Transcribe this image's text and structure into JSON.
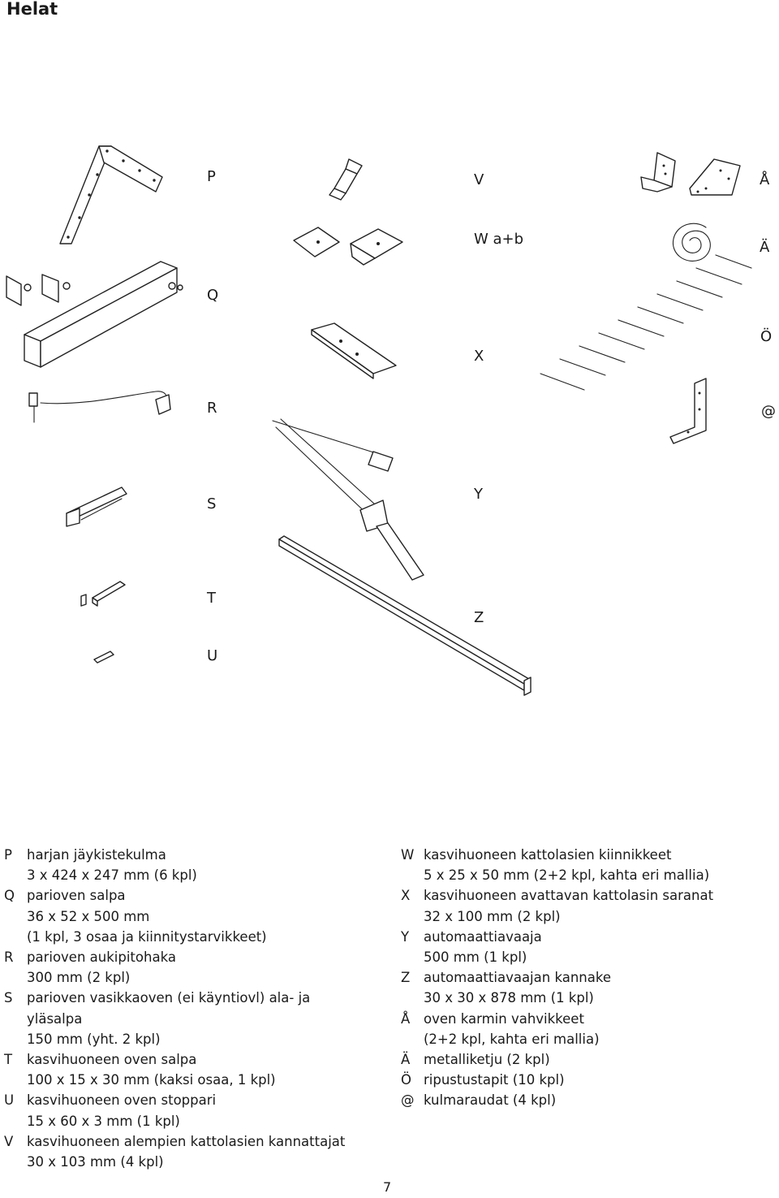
{
  "page": {
    "title": "Helat",
    "page_number": "7"
  },
  "labels": {
    "P": "P",
    "Q": "Q",
    "R": "R",
    "S": "S",
    "T": "T",
    "U": "U",
    "V": "V",
    "W": "W a+b",
    "X": "X",
    "Y": "Y",
    "Z": "Z",
    "A_ring": "Å",
    "A_uml": "Ä",
    "O_uml": "Ö",
    "at": "@"
  },
  "legend": {
    "left": [
      {
        "key": "P",
        "lines": [
          "harjan jäykistekulma",
          "3 x 424 x 247 mm (6 kpl)"
        ]
      },
      {
        "key": "Q",
        "lines": [
          "parioven salpa",
          "36 x 52 x 500 mm",
          "(1 kpl, 3 osaa ja kiinnitystarvikkeet)"
        ]
      },
      {
        "key": "R",
        "lines": [
          "parioven aukipitohaka",
          "300 mm (2 kpl)"
        ]
      },
      {
        "key": "S",
        "lines": [
          "parioven vasikkaoven (ei käyntiovl) ala- ja yläsalpa",
          "150 mm (yht. 2 kpl)"
        ]
      },
      {
        "key": "T",
        "lines": [
          "kasvihuoneen oven salpa",
          "100 x 15 x 30 mm (kaksi osaa, 1 kpl)"
        ]
      },
      {
        "key": "U",
        "lines": [
          "kasvihuoneen oven stoppari",
          "15 x 60 x 3 mm (1 kpl)"
        ]
      },
      {
        "key": "V",
        "lines": [
          "kasvihuoneen alempien kattolasien kannattajat",
          "30 x 103 mm (4 kpl)"
        ]
      }
    ],
    "right": [
      {
        "key": "W",
        "lines": [
          "kasvihuoneen kattolasien kiinnikkeet",
          "5 x 25 x 50 mm (2+2 kpl, kahta eri mallia)"
        ]
      },
      {
        "key": "X",
        "lines": [
          "kasvihuoneen avattavan kattolasin saranat",
          "32 x 100 mm (2 kpl)"
        ]
      },
      {
        "key": "Y",
        "lines": [
          "automaattiavaaja",
          "500 mm (1 kpl)"
        ]
      },
      {
        "key": "Z",
        "lines": [
          "automaattiavaajan kannake",
          "30 x 30 x 878 mm (1 kpl)"
        ]
      },
      {
        "key": "Å",
        "lines": [
          "oven karmin vahvikkeet",
          "(2+2 kpl, kahta eri mallia)"
        ]
      },
      {
        "key": "Ä",
        "lines": [
          "metalliketju (2 kpl)"
        ]
      },
      {
        "key": "Ö",
        "lines": [
          "ripustustapit (10 kpl)"
        ]
      },
      {
        "key": "@",
        "lines": [
          "kulmaraudat (4 kpl)"
        ]
      }
    ]
  }
}
